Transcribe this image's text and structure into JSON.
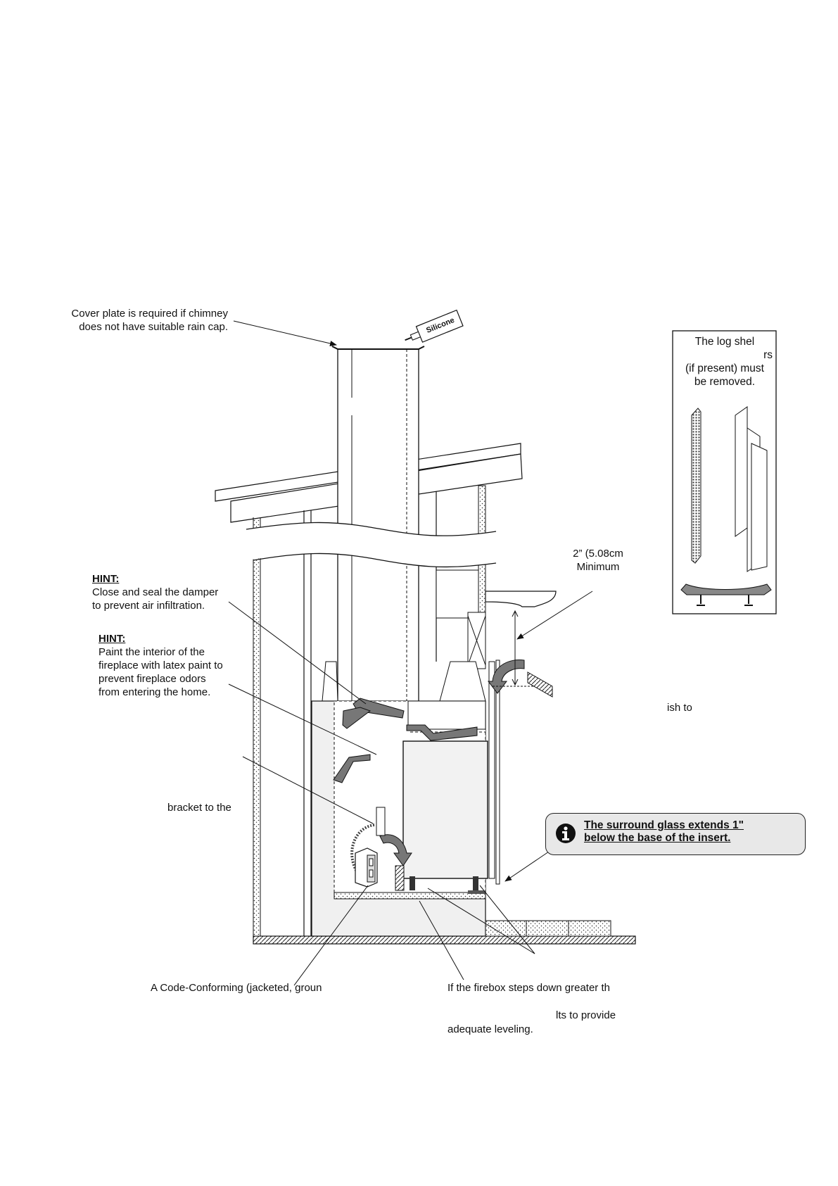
{
  "labels": {
    "cover_plate_1": "Cover plate is required if chimney",
    "cover_plate_2": "does not have suitable rain cap.",
    "silicone": "Silicone",
    "hint1_title": "HINT:",
    "hint1_line1": "Close and seal the damper",
    "hint1_line2": "to prevent air infiltration.",
    "hint2_title": "HINT:",
    "hint2_line1": "Paint the interior of the",
    "hint2_line2": "fireplace with latex paint to",
    "hint2_line3": "prevent fireplace odors",
    "hint2_line4": "from entering the home.",
    "bracket": "bracket to the",
    "log_shelf_1": "The log shel",
    "log_shelf_2": "rs",
    "log_shelf_3": "(if present) must",
    "log_shelf_4": "be removed.",
    "min_1": "2” (5.08cm",
    "min_2": "Minimum",
    "flush": "ish to",
    "glass_note_1": "The surround glass extends 1\"",
    "glass_note_2": "below the base of the insert.",
    "outlet": "A Code-Conforming (jacketed, groun",
    "firebox_1": "If the firebox steps down greater th",
    "firebox_2": "lts to provide",
    "firebox_3": "adequate leveling."
  },
  "icons": {
    "info": "info-icon"
  }
}
